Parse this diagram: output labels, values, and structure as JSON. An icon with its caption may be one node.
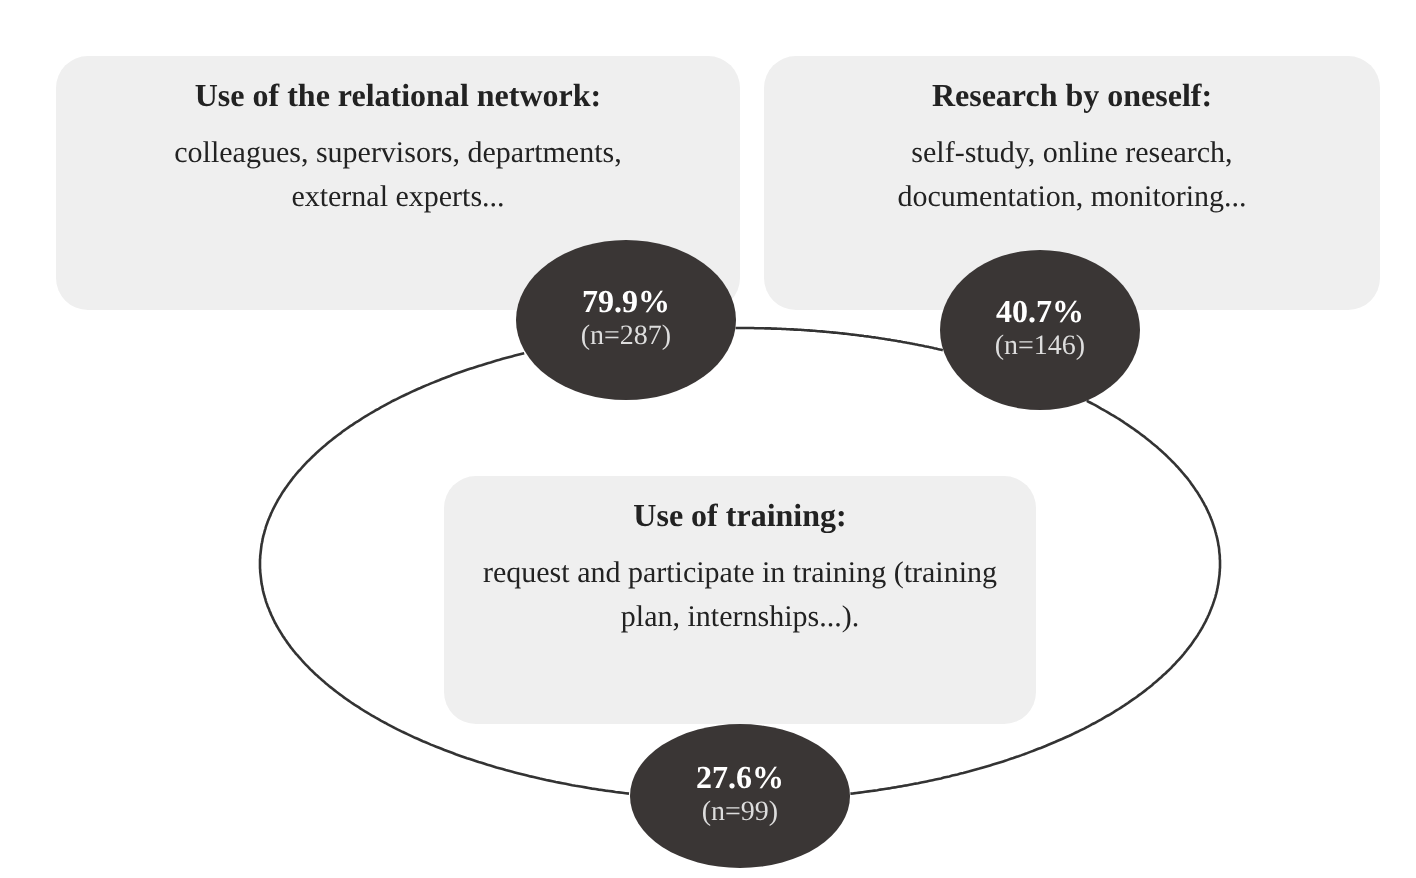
{
  "diagram": {
    "nodes": [
      {
        "text": [
          "Use of the relational network:",
          "colleagues, supervisors, departments, external experts..."
        ]
      },
      {
        "text": [
          "79.9%",
          "(n=287)"
        ]
      },
      {
        "text": [
          "Research by oneself:",
          "self-study, online research, documentation, monitoring..."
        ]
      },
      {
        "text": [
          "40.7%",
          "(n=146)"
        ]
      },
      {
        "text": [
          "Use of training:",
          "request and participate in training (training plan, internships...)."
        ]
      },
      {
        "text": [
          "27.6%",
          "(n=99)"
        ]
      }
    ],
    "edges": [
      {
        "from": 1,
        "to": 3,
        "arrow": "none"
      },
      {
        "from": 3,
        "to": 5,
        "arrow": "none"
      },
      {
        "from": 5,
        "to": 1,
        "arrow": "none"
      }
    ]
  }
}
